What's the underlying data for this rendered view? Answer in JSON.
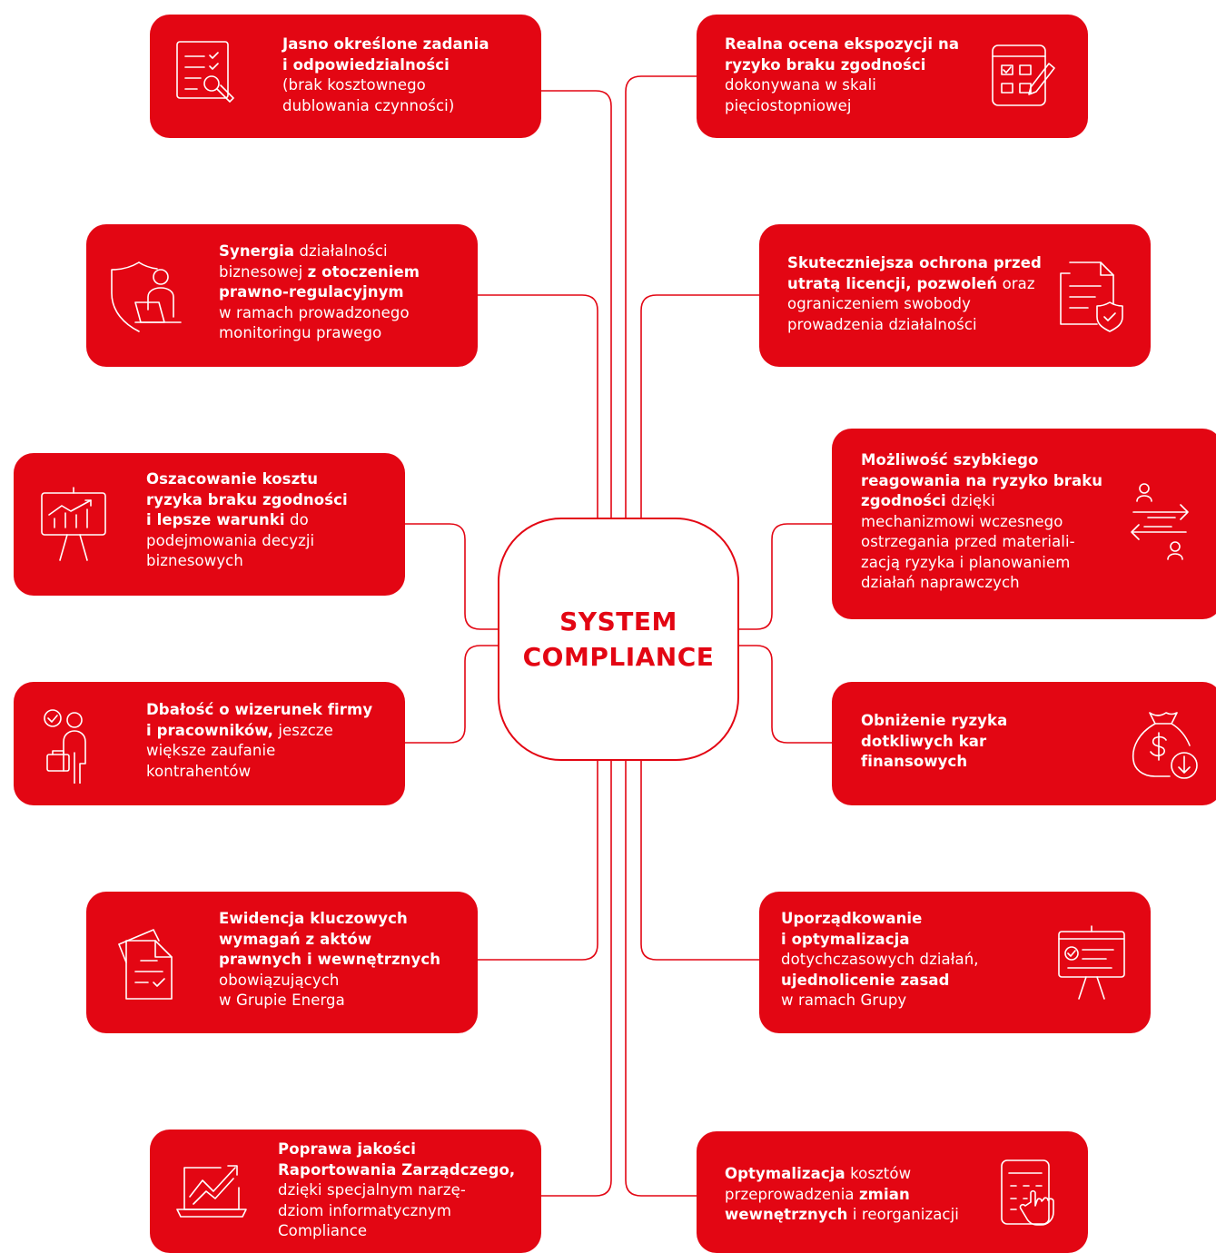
{
  "center": {
    "line1": "SYSTEM",
    "line2": "COMPLIANCE"
  },
  "colors": {
    "brand_red": "#e30613",
    "connector": "#e30613",
    "background": "#ffffff"
  },
  "cards": [
    {
      "id": "tasks",
      "icon": "checklist-edit-icon",
      "segments": [
        {
          "t": "Jasno określone zadania",
          "b": true
        },
        {
          "br": true
        },
        {
          "t": "i odpowiedzialności",
          "b": true
        },
        {
          "br": true
        },
        {
          "t": "(brak kosztownego"
        },
        {
          "br": true
        },
        {
          "t": "dublowania czynności)"
        }
      ]
    },
    {
      "id": "exposure",
      "icon": "checkbox-form-pencil-icon",
      "segments": [
        {
          "t": "Realna ocena ekspozycji na",
          "b": true
        },
        {
          "br": true
        },
        {
          "t": "ryzyko braku zgodności",
          "b": true
        },
        {
          "br": true
        },
        {
          "t": "dokonywana w skali"
        },
        {
          "br": true
        },
        {
          "t": "pięciostopniowej"
        }
      ]
    },
    {
      "id": "synergy",
      "icon": "shield-person-laptop-icon",
      "segments": [
        {
          "t": "Synergia",
          "b": true
        },
        {
          "t": " działalności"
        },
        {
          "br": true
        },
        {
          "t": "biznesowej "
        },
        {
          "t": "z otoczeniem",
          "b": true
        },
        {
          "br": true
        },
        {
          "t": "prawno-regulacyjnym",
          "b": true
        },
        {
          "br": true
        },
        {
          "t": "w ramach prowadzonego"
        },
        {
          "br": true
        },
        {
          "t": "monitoringu prawego"
        }
      ]
    },
    {
      "id": "protection",
      "icon": "document-shield-icon",
      "segments": [
        {
          "t": "Skuteczniejsza ochrona przed",
          "b": true
        },
        {
          "br": true
        },
        {
          "t": "utratą licencji, pozwoleń",
          "b": true
        },
        {
          "t": " oraz"
        },
        {
          "br": true
        },
        {
          "t": "ograniczeniem swobody"
        },
        {
          "br": true
        },
        {
          "t": "prowadzenia działalności"
        }
      ]
    },
    {
      "id": "cost",
      "icon": "presentation-chart-icon",
      "segments": [
        {
          "t": "Oszacowanie kosztu",
          "b": true
        },
        {
          "br": true
        },
        {
          "t": "ryzyka braku zgodności",
          "b": true
        },
        {
          "br": true
        },
        {
          "t": "i lepsze warunki",
          "b": true
        },
        {
          "t": " do"
        },
        {
          "br": true
        },
        {
          "t": "podejmowania decyzji"
        },
        {
          "br": true
        },
        {
          "t": "biznesowych"
        }
      ]
    },
    {
      "id": "reaction",
      "icon": "exchange-arrows-people-icon",
      "segments": [
        {
          "t": "Możliwość szybkiego",
          "b": true
        },
        {
          "br": true
        },
        {
          "t": "reagowania na ryzyko braku",
          "b": true
        },
        {
          "br": true
        },
        {
          "t": "zgodności",
          "b": true
        },
        {
          "t": " dzięki"
        },
        {
          "br": true
        },
        {
          "t": "mechanizmowi wczesnego"
        },
        {
          "br": true
        },
        {
          "t": "ostrzegania przed materiali-"
        },
        {
          "br": true
        },
        {
          "t": "zacją ryzyka i planowaniem"
        },
        {
          "br": true
        },
        {
          "t": "działań naprawczych"
        }
      ]
    },
    {
      "id": "image",
      "icon": "person-briefcase-check-icon",
      "segments": [
        {
          "t": "Dbałość o wizerunek firmy",
          "b": true
        },
        {
          "br": true
        },
        {
          "t": "i pracowników,",
          "b": true
        },
        {
          "t": " jeszcze"
        },
        {
          "br": true
        },
        {
          "t": "większe zaufanie"
        },
        {
          "br": true
        },
        {
          "t": "kontrahentów"
        }
      ]
    },
    {
      "id": "penalties",
      "icon": "money-bag-down-icon",
      "segments": [
        {
          "t": "Obniżenie ryzyka",
          "b": true
        },
        {
          "br": true
        },
        {
          "t": "dotkliwych kar",
          "b": true
        },
        {
          "br": true
        },
        {
          "t": "finansowych",
          "b": true
        }
      ]
    },
    {
      "id": "records",
      "icon": "documents-check-icon",
      "segments": [
        {
          "t": "Ewidencja kluczowych",
          "b": true
        },
        {
          "br": true
        },
        {
          "t": "wymagań z aktów",
          "b": true
        },
        {
          "br": true
        },
        {
          "t": "prawnych i wewnętrznych",
          "b": true
        },
        {
          "br": true
        },
        {
          "t": "obowiązujących"
        },
        {
          "br": true
        },
        {
          "t": "w Grupie Energa"
        }
      ]
    },
    {
      "id": "ordering",
      "icon": "board-checklist-icon",
      "segments": [
        {
          "t": "Uporządkowanie",
          "b": true
        },
        {
          "br": true
        },
        {
          "t": "i optymalizacja",
          "b": true
        },
        {
          "br": true
        },
        {
          "t": "dotychczasowych działań,"
        },
        {
          "br": true
        },
        {
          "t": "ujednolicenie zasad",
          "b": true
        },
        {
          "br": true
        },
        {
          "t": "w ramach Grupy"
        }
      ]
    },
    {
      "id": "reporting",
      "icon": "laptop-growth-chart-icon",
      "segments": [
        {
          "t": "Poprawa jakości",
          "b": true
        },
        {
          "br": true
        },
        {
          "t": "Raportowania Zarządczego,",
          "b": true
        },
        {
          "br": true
        },
        {
          "t": "dzięki specjalnym narzę-"
        },
        {
          "br": true
        },
        {
          "t": "dziom informatycznym"
        },
        {
          "br": true
        },
        {
          "t": "Compliance"
        }
      ]
    },
    {
      "id": "optimization",
      "icon": "calculator-hand-icon",
      "segments": [
        {
          "t": "Optymalizacja",
          "b": true
        },
        {
          "t": " kosztów"
        },
        {
          "br": true
        },
        {
          "t": "przeprowadzenia "
        },
        {
          "t": "zmian",
          "b": true
        },
        {
          "br": true
        },
        {
          "t": "wewnętrznych",
          "b": true
        },
        {
          "t": " i reorganizacji"
        }
      ]
    }
  ]
}
